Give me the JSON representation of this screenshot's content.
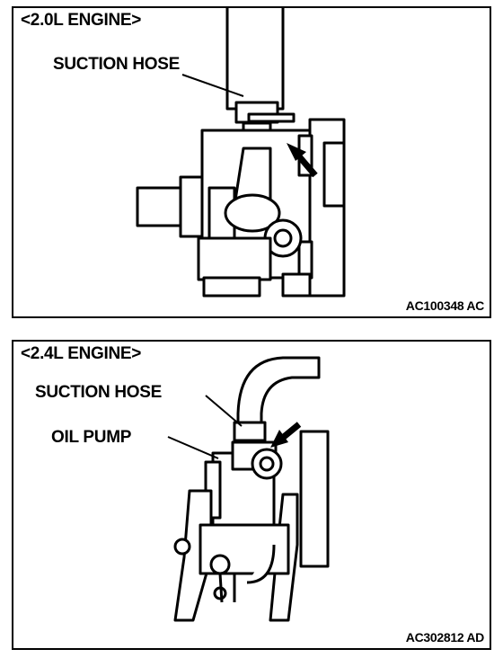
{
  "figures": [
    {
      "title": "<2.0L ENGINE>",
      "labels": {
        "suction_hose": "SUCTION HOSE"
      },
      "figure_code": "AC100348 AC"
    },
    {
      "title": "<2.4L ENGINE>",
      "labels": {
        "suction_hose": "SUCTION HOSE",
        "oil_pump": "OIL PUMP"
      },
      "figure_code": "AC302812 AD"
    }
  ]
}
